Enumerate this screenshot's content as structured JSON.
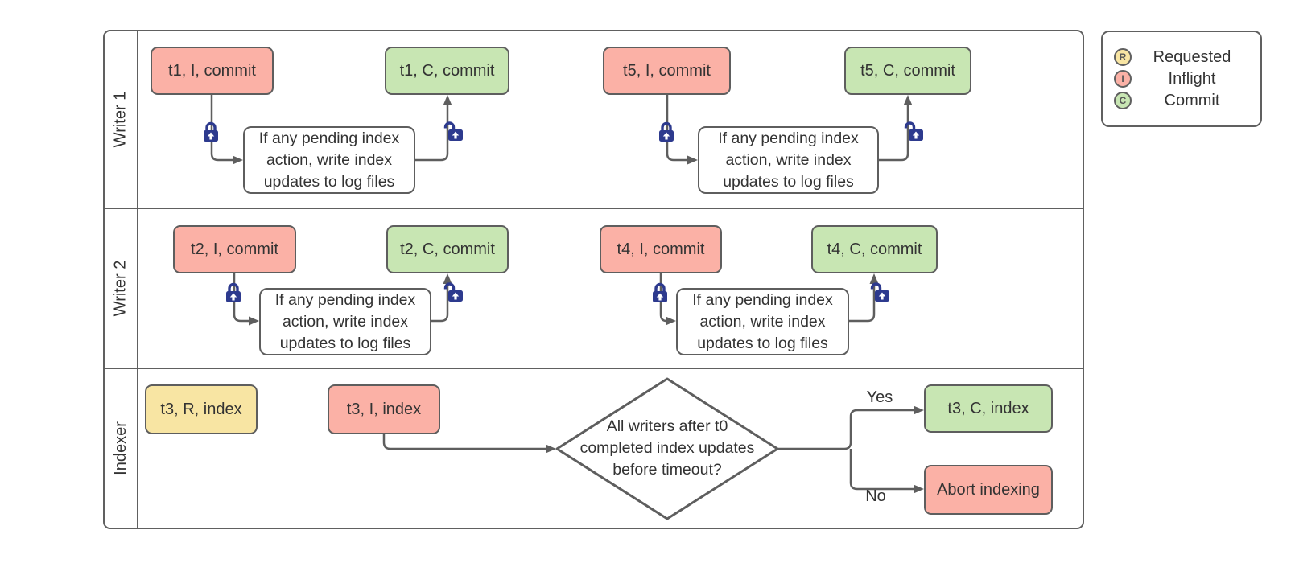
{
  "lanes": [
    {
      "label": "Writer 1"
    },
    {
      "label": "Writer 2"
    },
    {
      "label": "Indexer"
    }
  ],
  "nodes": {
    "t1_inflight": "t1, I, commit",
    "t1_commit": "t1, C, commit",
    "t5_inflight": "t5, I, commit",
    "t5_commit": "t5, C, commit",
    "t2_inflight": "t2, I, commit",
    "t2_commit": "t2, C, commit",
    "t4_inflight": "t4, I, commit",
    "t4_commit": "t4, C, commit",
    "t3_requested": "t3, R, index",
    "t3_inflight": "t3, I, index",
    "t3_commit": "t3, C, index",
    "abort": "Abort indexing"
  },
  "process_note": {
    "line1": "If any pending index",
    "line2": "action, write index",
    "line3": "updates to log files"
  },
  "decision": {
    "line1": "All writers after t0",
    "line2": "completed index updates",
    "line3": "before timeout?"
  },
  "edge_labels": {
    "yes": "Yes",
    "no": "No"
  },
  "legend": {
    "items": [
      {
        "letter": "R",
        "label": "Requested",
        "color": "#f8e5a3"
      },
      {
        "letter": "I",
        "label": "Inflight",
        "color": "#fbb1a6"
      },
      {
        "letter": "C",
        "label": "Commit",
        "color": "#c8e6b3"
      }
    ]
  },
  "colors": {
    "inflight_fill": "#fbb1a6",
    "commit_fill": "#c8e6b3",
    "requested_fill": "#f8e5a3",
    "shape_stroke": "#5e5e5e",
    "lock_blue": "#2d3a8e",
    "text": "#333333"
  }
}
